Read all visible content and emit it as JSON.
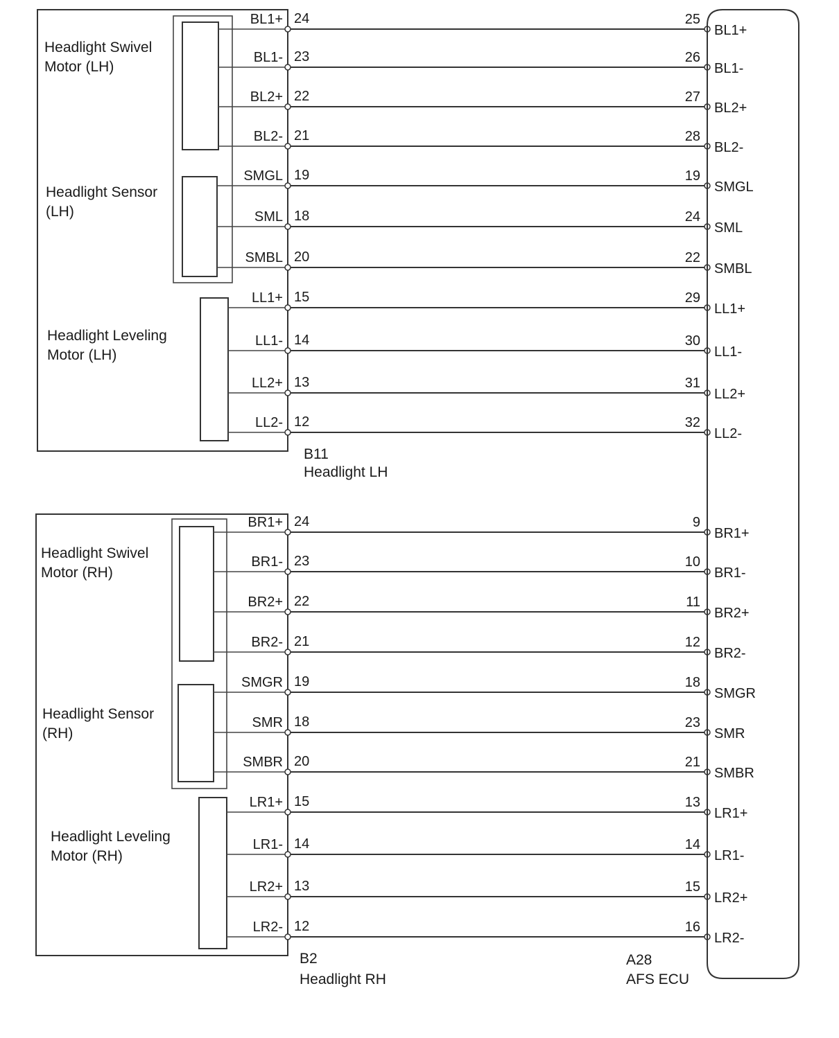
{
  "connectors": [
    {
      "code": "B11",
      "name": "Headlight LH",
      "components": [
        {
          "label_lines": [
            "Headlight Swivel",
            "Motor (LH)"
          ]
        },
        {
          "label_lines": [
            "Headlight Sensor",
            "(LH)"
          ]
        },
        {
          "label_lines": [
            "Headlight Leveling",
            "Motor (LH)"
          ]
        }
      ],
      "pins": [
        {
          "signal": "BL1+",
          "pin": "24",
          "ecu_pin": "25",
          "ecu_signal": "BL1+"
        },
        {
          "signal": "BL1-",
          "pin": "23",
          "ecu_pin": "26",
          "ecu_signal": "BL1-"
        },
        {
          "signal": "BL2+",
          "pin": "22",
          "ecu_pin": "27",
          "ecu_signal": "BL2+"
        },
        {
          "signal": "BL2-",
          "pin": "21",
          "ecu_pin": "28",
          "ecu_signal": "BL2-"
        },
        {
          "signal": "SMGL",
          "pin": "19",
          "ecu_pin": "19",
          "ecu_signal": "SMGL"
        },
        {
          "signal": "SML",
          "pin": "18",
          "ecu_pin": "24",
          "ecu_signal": "SML"
        },
        {
          "signal": "SMBL",
          "pin": "20",
          "ecu_pin": "22",
          "ecu_signal": "SMBL"
        },
        {
          "signal": "LL1+",
          "pin": "15",
          "ecu_pin": "29",
          "ecu_signal": "LL1+"
        },
        {
          "signal": "LL1-",
          "pin": "14",
          "ecu_pin": "30",
          "ecu_signal": "LL1-"
        },
        {
          "signal": "LL2+",
          "pin": "13",
          "ecu_pin": "31",
          "ecu_signal": "LL2+"
        },
        {
          "signal": "LL2-",
          "pin": "12",
          "ecu_pin": "32",
          "ecu_signal": "LL2-"
        }
      ]
    },
    {
      "code": "B2",
      "name": "Headlight RH",
      "components": [
        {
          "label_lines": [
            "Headlight Swivel",
            "Motor (RH)"
          ]
        },
        {
          "label_lines": [
            "Headlight Sensor",
            "(RH)"
          ]
        },
        {
          "label_lines": [
            "Headlight Leveling",
            "Motor (RH)"
          ]
        }
      ],
      "pins": [
        {
          "signal": "BR1+",
          "pin": "24",
          "ecu_pin": "9",
          "ecu_signal": "BR1+"
        },
        {
          "signal": "BR1-",
          "pin": "23",
          "ecu_pin": "10",
          "ecu_signal": "BR1-"
        },
        {
          "signal": "BR2+",
          "pin": "22",
          "ecu_pin": "11",
          "ecu_signal": "BR2+"
        },
        {
          "signal": "BR2-",
          "pin": "21",
          "ecu_pin": "12",
          "ecu_signal": "BR2-"
        },
        {
          "signal": "SMGR",
          "pin": "19",
          "ecu_pin": "18",
          "ecu_signal": "SMGR"
        },
        {
          "signal": "SMR",
          "pin": "18",
          "ecu_pin": "23",
          "ecu_signal": "SMR"
        },
        {
          "signal": "SMBR",
          "pin": "20",
          "ecu_pin": "21",
          "ecu_signal": "SMBR"
        },
        {
          "signal": "LR1+",
          "pin": "15",
          "ecu_pin": "13",
          "ecu_signal": "LR1+"
        },
        {
          "signal": "LR1-",
          "pin": "14",
          "ecu_pin": "14",
          "ecu_signal": "LR1-"
        },
        {
          "signal": "LR2+",
          "pin": "13",
          "ecu_pin": "15",
          "ecu_signal": "LR2+"
        },
        {
          "signal": "LR2-",
          "pin": "12",
          "ecu_pin": "16",
          "ecu_signal": "LR2-"
        }
      ]
    }
  ],
  "ecu": {
    "code": "A28",
    "name": "AFS ECU"
  }
}
